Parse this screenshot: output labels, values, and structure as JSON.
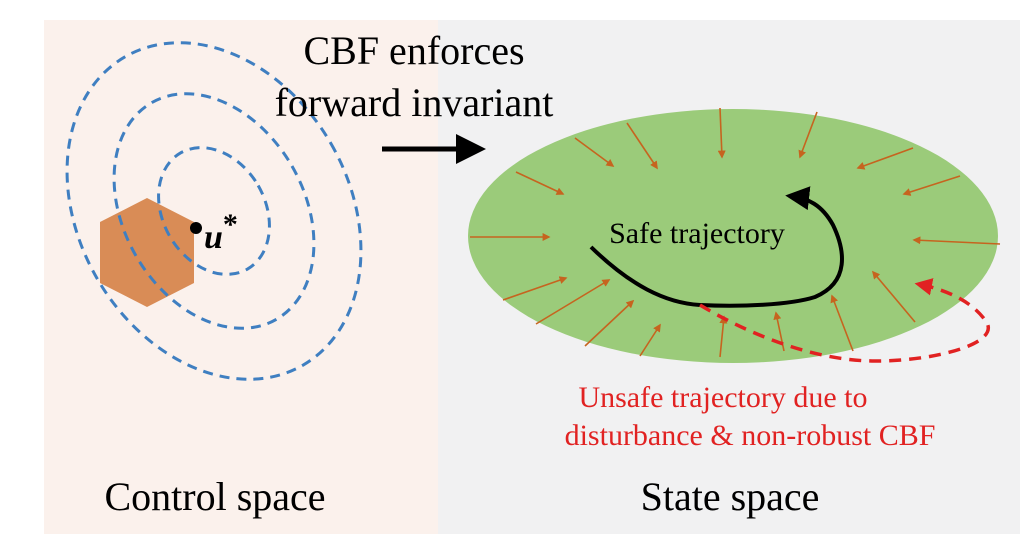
{
  "header": {
    "line1": "CBF enforces",
    "line2": "forward invariant"
  },
  "left_panel": {
    "point_label": "u",
    "point_superscript": "*",
    "caption": "Control space"
  },
  "right_panel": {
    "safe_label": "Safe trajectory",
    "unsafe_line1": "Unsafe trajectory due to",
    "unsafe_line2": "disturbance & non-robust CBF",
    "caption": "State space"
  },
  "colors": {
    "control_bg": "#fbf1ec",
    "state_bg": "#f1f1f2",
    "safe_set": "#9bcb7a",
    "inward_arrows": "#c6641f",
    "contours": "#3f7fc1",
    "constraint_hexagon": "#d98c56",
    "unsafe_text": "#e12222",
    "unsafe_path": "#e12222",
    "safe_path": "#000000"
  }
}
